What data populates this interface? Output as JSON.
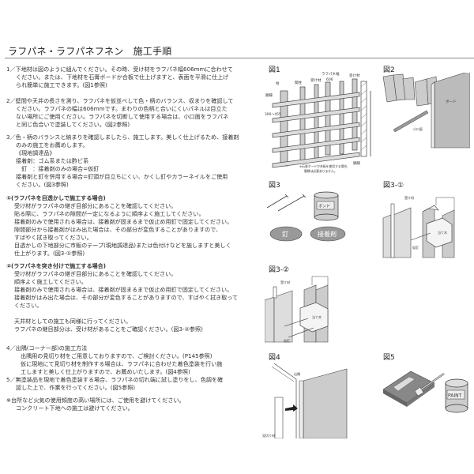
{
  "title": "ラフパネ・ラフパネフネン　施工手順",
  "steps": {
    "s1": [
      "1／下地材は図のように組んでください。その時、受け材をラフパネ幅606mmに合わせて",
      "ください。または、下地材を石膏ボードか合板で仕上げますと、表面を平滑に仕上げ",
      "られ簡単に施工できます。(図1参照)"
    ],
    "s2": [
      "2／壁間や天井の長さを測り、ラフパネを仮並べして色・柄のバランス、収まりを確認して",
      "ください。ラフパネの幅は606mmです。まわりの色柄と合いにくいパネルは目立た",
      "ない場所にご使用ください。ラフパネを切断して使用する場合は、小口面をラフパネ",
      "と同じ色合いで塗装してください。(図2参照)"
    ],
    "s3": [
      "3／色・柄のバランスと納まりを確認しましたら、施工します。美しく仕上げるため、接着剤",
      "のみの施工をお薦めします。",
      "《現地調達品》",
      "接着剤：ゴム系または酢ビ系",
      "　釘　：接着剤のみの場合=仮釘",
      "接着剤と釘を併用する場合=釘頭が目立ちにくい、かくし釘やカラーネイルをご使用",
      "ください。(図3参照)"
    ],
    "c1_head": "①(ラフパネを目透かしで施工する場合)",
    "c1": [
      "受け材がラフパネの継ぎ目部分にあることを確認してください。",
      "貼る際に、ラフパネの隙間が一定になるように順序よく施工してください。",
      "接着剤のみで使用される場合は、接着剤が固まるまで仮止め用釘で固定してください。",
      "隙間部分から接着剤がはみ出た場合は、その部分が変色することがありますので、",
      "すばやく拭き取ってください。",
      "目透かしの下地部分に市販のテープ(現地調達品)または色付けなどを施しますと美しく",
      "仕上がります。(図3-①参照)"
    ],
    "c2_head": "②(ラフパネを突き付けで施工する場合)",
    "c2": [
      "受け材がラフパネの継ぎ目部分にあることを確認してください。",
      "順序よく施工してください。",
      "接着剤のみで使用される場合は、接着剤が固まるまで仮止め用釘で固定してください。",
      "接着剤がはみ出た場合は、その部分が変色することがありますので、すばやく拭き取って",
      "ください。"
    ],
    "ceiling": [
      "天井材としての施工も同様に行ってください。",
      "ラフパネの継目部分は、受け材があることをご確認ください。(図3-②参照)"
    ],
    "s4": [
      "4／出隅(コーナー部)の施工方法",
      "出隅用の見切り材をご用意しておりますので、ご検討ください。(P145参照)",
      "仮に現地にて見切り材を制作する場合は、ラフパネに合わせた着色塗装を行い施",
      "工しますと美しく仕上がりますので、お薦めいたします。(図4参照)"
    ],
    "s5": [
      "5／無塗装品を現地で着色塗装する場合、ラフパネの切れ端に試し塗りをし、色調を確",
      "認した上で、作業を行ってください。(図5参照)"
    ],
    "notes": [
      "※台所など火気の使用頻度の高い場所には、ご使用を避けてください。",
      "コンクリート下地への施工は避けてください。"
    ]
  },
  "figures": {
    "fig1": {
      "label": "図1",
      "pillar": "柱",
      "stud": "間柱",
      "receiver": "受け材",
      "panel_width": "ラフパネ幅",
      "width_value": "606",
      "receiver2": "受け材",
      "furring": "胴縁",
      "spacing": "300～455",
      "furring2": "胴縁",
      "note1": "※石膏ボードか合板を使用する場合、",
      "note2": "胴縁は必要ありません。"
    },
    "fig2": {
      "label": "図2",
      "board": "ボード",
      "edge": "小口面"
    },
    "fig3": {
      "label": "図3",
      "can_label": "ボンド",
      "nail": "釘",
      "adhesive": "接着剤"
    },
    "fig3_1": {
      "label": "図3-①",
      "receiver": "受け材",
      "block": "当て木",
      "temp_nail": "仮釘"
    },
    "fig3_2": {
      "label": "図3-②",
      "receiver": "受け材",
      "block": "当て木",
      "temp_nail": "仮釘"
    },
    "fig4": {
      "label": "図4",
      "corner": "出隅",
      "trim": "見切り材"
    },
    "fig5": {
      "label": "図5",
      "can_label": "PAINT"
    }
  }
}
